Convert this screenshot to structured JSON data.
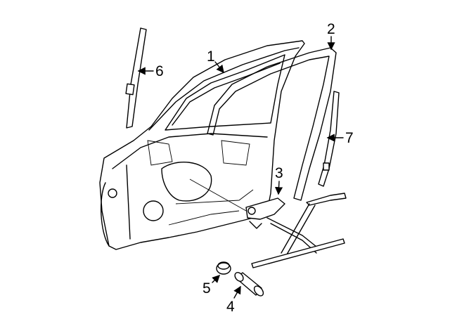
{
  "diagram": {
    "callouts": [
      {
        "number": "1",
        "part": "door-shell"
      },
      {
        "number": "2",
        "part": "run-channel"
      },
      {
        "number": "3",
        "part": "window-regulator"
      },
      {
        "number": "4",
        "part": "regulator-motor"
      },
      {
        "number": "5",
        "part": "grommet"
      },
      {
        "number": "6",
        "part": "front-guide"
      },
      {
        "number": "7",
        "part": "rear-guide"
      }
    ],
    "colors": {
      "line": "#000000",
      "background": "#ffffff"
    }
  }
}
